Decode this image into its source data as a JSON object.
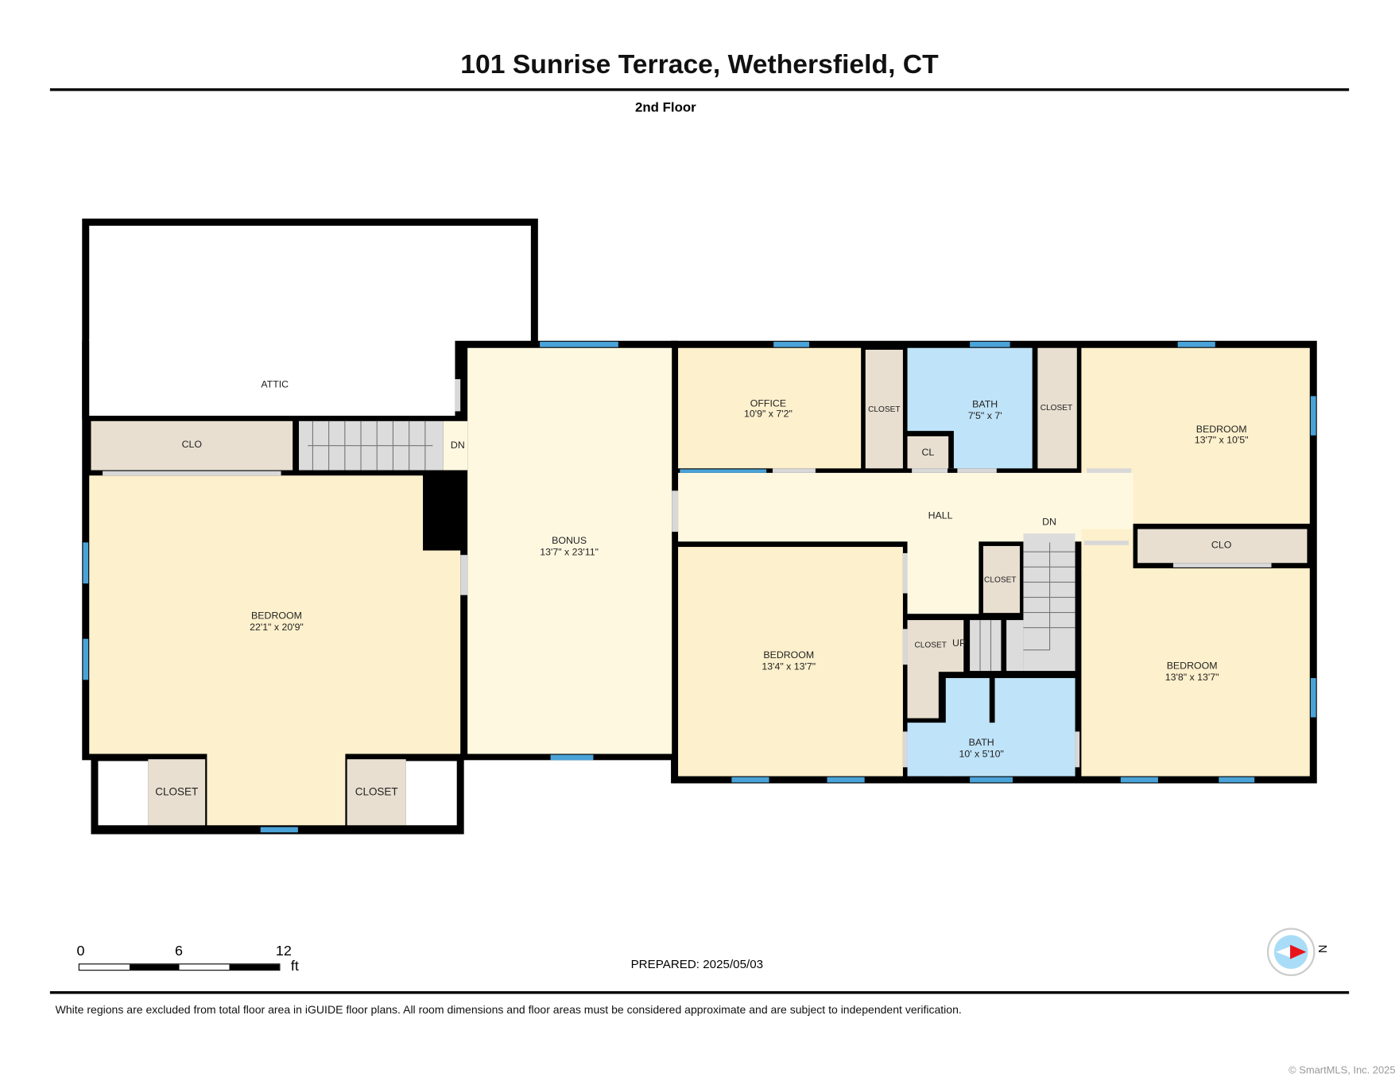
{
  "title": "101 Sunrise Terrace, Wethersfield, CT",
  "floor": "2nd Floor",
  "rooms": {
    "attic": {
      "label": "ATTIC"
    },
    "clo_west": {
      "label": "CLO"
    },
    "stairs_dn_west": {
      "label": "DN"
    },
    "bedroom_west": {
      "label": "BEDROOM",
      "dims": "22'1\" x 20'9\""
    },
    "closet_sw1": {
      "label": "CLOSET"
    },
    "closet_sw2": {
      "label": "CLOSET"
    },
    "bonus": {
      "label": "BONUS",
      "dims": "13'7\" x 23'11\""
    },
    "office": {
      "label": "OFFICE",
      "dims": "10'9\" x 7'2\""
    },
    "closet_office": {
      "label": "CLOSET"
    },
    "bath_north": {
      "label": "BATH",
      "dims": "7'5\" x 7'"
    },
    "cl": {
      "label": "CL"
    },
    "closet_ne": {
      "label": "CLOSET"
    },
    "bedroom_ne": {
      "label": "BEDROOM",
      "dims": "13'7\" x 10'5\""
    },
    "hall": {
      "label": "HALL"
    },
    "stairs_dn_hall": {
      "label": "DN"
    },
    "clo_east": {
      "label": "CLO"
    },
    "bedroom_mid": {
      "label": "BEDROOM",
      "dims": "13'4\" x 13'7\""
    },
    "closet_hall": {
      "label": "CLOSET"
    },
    "closet_l": {
      "label": "CLOSET"
    },
    "stairs_up": {
      "label": "UP"
    },
    "bath_south": {
      "label": "BATH",
      "dims": "10' x 5'10\""
    },
    "bedroom_se": {
      "label": "BEDROOM",
      "dims": "13'8\" x 13'7\""
    }
  },
  "scale": {
    "ticks": [
      "0",
      "6",
      "12"
    ],
    "unit": "ft"
  },
  "compass": {
    "label": "N",
    "colors": {
      "needle": "#e8141c",
      "dial": "#a9dcf7"
    }
  },
  "prepared": "PREPARED: 2025/05/03",
  "disclaimer": "White regions are excluded from total floor area in iGUIDE floor plans. All room dimensions and floor areas must be considered approximate and are subject to independent verification.",
  "copyright": "© SmartMLS, Inc. 2025"
}
